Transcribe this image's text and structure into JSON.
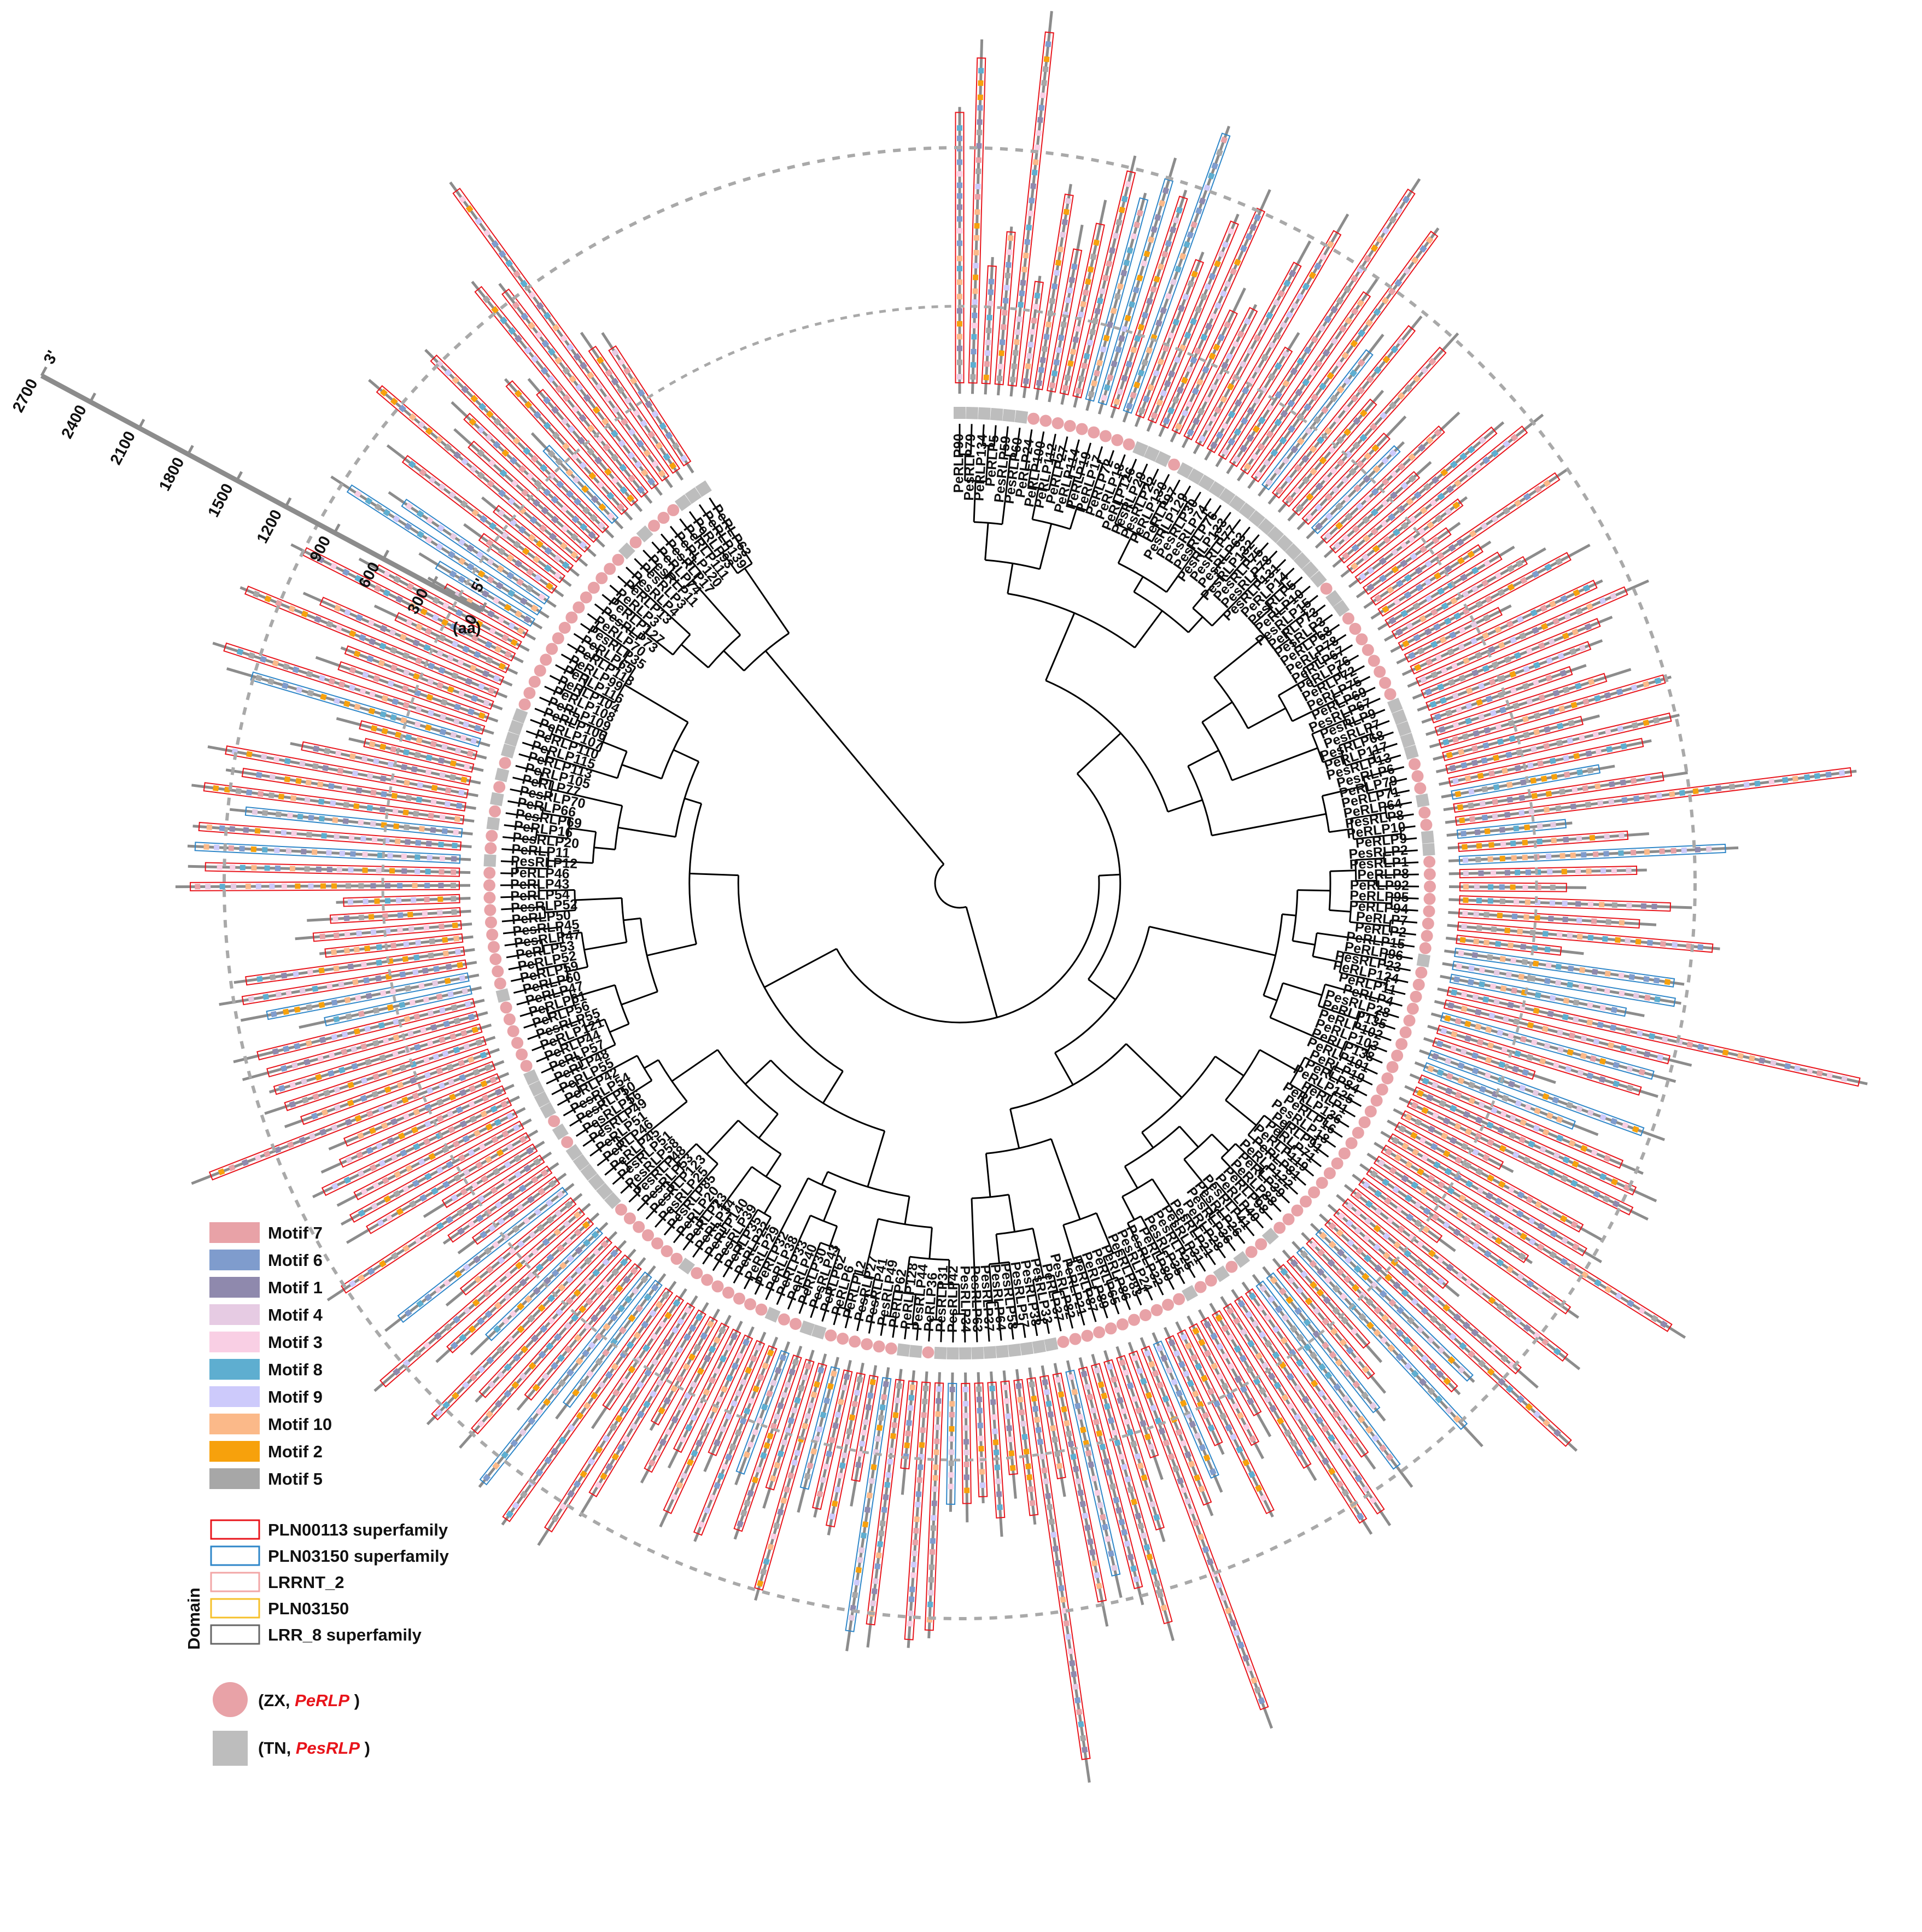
{
  "tree": {
    "leaves": [
      "PeRLP90",
      "PesRLP79",
      "PeRLP134",
      "PeRLP5",
      "PesRLP59",
      "PesRLP60",
      "PeRLP24",
      "PeRLP100",
      "PeRLP112",
      "PeRLP27",
      "PeRLP114",
      "PeRLP19",
      "PeRLP17",
      "PeRLP72",
      "PeRLP18",
      "PeRLP126",
      "PesRLP29",
      "PesRLP22",
      "PeRLP130",
      "PeRLP97",
      "PesRLP129",
      "PesRLP30",
      "PesRLP74",
      "PesRLP76",
      "PesRLP133",
      "PesRLP77",
      "PesRLP63",
      "PesRLP132",
      "PesRLP75",
      "PesRLP78",
      "PesRLP131",
      "PeRLP14",
      "PesRLP5",
      "PeRLP10",
      "PesRLP15",
      "PeRLP73",
      "PesRLP3",
      "PeRLP68",
      "PeRLP78",
      "PeRLP67",
      "PeRLP76",
      "PeRLP72",
      "PeRLP75",
      "PeRLP69",
      "PesRLP67",
      "PesRLP9",
      "PesRLP7",
      "PesRLP68",
      "PeRLP117",
      "PesRLP13",
      "PesRLP6",
      "PeRLP79",
      "PeRLP71",
      "PeRLP64",
      "PesRLP8",
      "PeRLP10",
      "PeRLP9",
      "PesRLP2",
      "PesRLP1",
      "PeRLP8",
      "PeRLP92",
      "PeRLP95",
      "PeRLP94",
      "PeRLP7",
      "PeRLP2",
      "PeRLP15",
      "PeRLP96",
      "PesRLP23",
      "PeRLP124",
      "PeRLP11",
      "PeRLP4",
      "PesRLP28",
      "PeRLP135",
      "PeRLP102",
      "PeRLP103",
      "PeRLP138",
      "PeRLP101",
      "PeRLP19",
      "PeRLP84",
      "PeRLP125",
      "PeRLP1",
      "PeRLP136",
      "PeRLP16",
      "PesRLP18",
      "PeRLP91",
      "PeRLP71",
      "PeRLP119",
      "PeRLP81",
      "PeRLP122",
      "PeRLP39",
      "PeRLP88",
      "PeRLP98",
      "PeRLP40",
      "PesRLP41",
      "PesRLP26",
      "PesRLP36",
      "PeRLP28",
      "PesRLP21",
      "PesRLP31",
      "PesRLP25",
      "PesRLP35",
      "PeRLP80",
      "PesRLP32",
      "PesRLP24",
      "PesRLP83",
      "PeRLP86",
      "PeRLP65",
      "PeRLP89",
      "PeRLP87",
      "PeRLP21",
      "PesRLP82",
      "PeRLP37",
      "PesRLP33",
      "PesRLP38",
      "PesRLP57",
      "PesRLP58",
      "PesRLP64",
      "PesRLP37",
      "PesRLP63",
      "PesRLP34",
      "PesRLP42",
      "PesRLP31",
      "PeRLP36",
      "PesRLP44",
      "PeRLP128",
      "PeRLP62",
      "PesRLP49",
      "PesRLP41",
      "PesRLP27",
      "PeRLP12",
      "PeRLP6",
      "PeRLP62",
      "PesRLP43",
      "PeRLP30",
      "PeRLP40",
      "PeRLP33",
      "PeRLP38",
      "PeRLP32",
      "PeRLP29",
      "PeRLP22",
      "PeRLP35",
      "PesRLP39",
      "PeRLP140",
      "PeRLP34",
      "PeRLP23",
      "PeRLP20",
      "PesRLP85",
      "PesRLP25",
      "PesRLP123",
      "PesRLP53",
      "PesRLP48",
      "PesRLP58",
      "PesRLP51",
      "PeRLP45",
      "PeRLP46",
      "PeRLP51",
      "PesRLP49",
      "PesRLP56",
      "PesRLP50",
      "PesRLP54",
      "PeRLP42",
      "PeRLP55",
      "PeRLP48",
      "PeRLP57",
      "PeRLP44",
      "PeRLP121",
      "PesRLP55",
      "PeRLP56",
      "PeRLP61",
      "PeRLP47",
      "PeRLP60",
      "PeRLP59",
      "PeRLP52",
      "PeRLP53",
      "PesRLP47",
      "PesRLP45",
      "PeRLP50",
      "PesRLP52",
      "PeRLP54",
      "PeRLP43",
      "PeRLP46",
      "PesRLP12",
      "PeRLP11",
      "PesRLP20",
      "PeRLP16",
      "PesRLP69",
      "PeRLP66",
      "PesRLP70",
      "PeRLP77",
      "PeRLP105",
      "PeRLP113",
      "PeRLP115",
      "PeRLP110",
      "PeRLP107",
      "PeRLP106",
      "PeRLP109",
      "PeRLP108",
      "PeRLP104",
      "PeRLP116",
      "PeRLP99",
      "PeRLP118",
      "PeRLP65",
      "PesRLP35",
      "PeRLP70",
      "PesRLP73",
      "PeRLP127",
      "PeRLP3",
      "PeRLP13",
      "PesRLP4",
      "PesRLP3",
      "PesRLP11",
      "PeRLP74",
      "PesRLP17",
      "PeRLP120",
      "PeRLP111",
      "PeRLP93",
      "PeRLP139",
      "PeRLP63"
    ],
    "markers": "ggggggrrrrrrrrrgggrgggggggggggggggrggrrrrrrrrgggggrrrgrrggrrrrrrrrgrrrrrrrrrrrrrrrrrrrrrrrrrgrrgrgrrgrrrrrrrrrrrggggggggggrggrrrrrrggrrgrrrrrrrgrrrrrrrggggggrgrggggrrrrrrgrrrrrrrrrrgrrgrgrgrggggrrrrrrrrrrrrrrrgrgrrrggggrrrrr"
  },
  "scale_bar": {
    "ticks": [
      "0",
      "300",
      "600",
      "900",
      "1200",
      "1500",
      "1800",
      "2100",
      "2400",
      "2700"
    ],
    "unit": "(aa)",
    "end_left": "5'",
    "end_right": "3'"
  },
  "motif_legend": [
    {
      "label": "Motif 7",
      "color": "#e8a2a7"
    },
    {
      "label": "Motif 6",
      "color": "#7f9ccd"
    },
    {
      "label": "Motif 1",
      "color": "#8f89ad"
    },
    {
      "label": "Motif 4",
      "color": "#e6cbe3"
    },
    {
      "label": "Motif 3",
      "color": "#f9cfe4"
    },
    {
      "label": "Motif 8",
      "color": "#5eaed0"
    },
    {
      "label": "Motif 9",
      "color": "#cdcafb"
    },
    {
      "label": "Motif 10",
      "color": "#fbb989"
    },
    {
      "label": "Motif 2",
      "color": "#f7a10c"
    },
    {
      "label": "Motif 5",
      "color": "#a7a7a7"
    }
  ],
  "domain_legend": {
    "title": "Domain",
    "items": [
      {
        "label": "PLN00113 superfamily",
        "color": "#e8141b"
      },
      {
        "label": "PLN03150 superfamily",
        "color": "#2e86c8"
      },
      {
        "label": "LRRNT_2",
        "color": "#f2a6a6"
      },
      {
        "label": "PLN03150",
        "color": "#f6c02a"
      },
      {
        "label": "LRR_8 superfamily",
        "color": "#666666"
      }
    ]
  },
  "species_legend": [
    {
      "prefix": "(ZX, ",
      "name": "PeRLP",
      "suffix": " )",
      "shape": "circle",
      "color": "#e8a2a7"
    },
    {
      "prefix": "(TN, ",
      "name": "PesRLP",
      "suffix": " )",
      "shape": "square",
      "color": "#bdbdbd"
    }
  ]
}
